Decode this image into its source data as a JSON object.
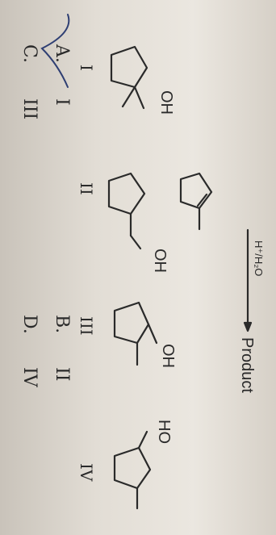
{
  "reaction": {
    "reagent": "H⁺/H₂O",
    "product_label": "Product"
  },
  "structures": {
    "I": {
      "label": "I",
      "group": "OH"
    },
    "II": {
      "label": "II",
      "group": "OH"
    },
    "III": {
      "label": "III",
      "group": "OH"
    },
    "IV": {
      "label": "IV",
      "group": "HO"
    }
  },
  "options": {
    "A": {
      "letter": "A.",
      "value": "I"
    },
    "B": {
      "letter": "B.",
      "value": "II"
    },
    "C": {
      "letter": "C.",
      "value": "III"
    },
    "D": {
      "letter": "D.",
      "value": "IV"
    }
  },
  "colors": {
    "ink": "#2a2a2a",
    "pen": "#2f3f73"
  }
}
